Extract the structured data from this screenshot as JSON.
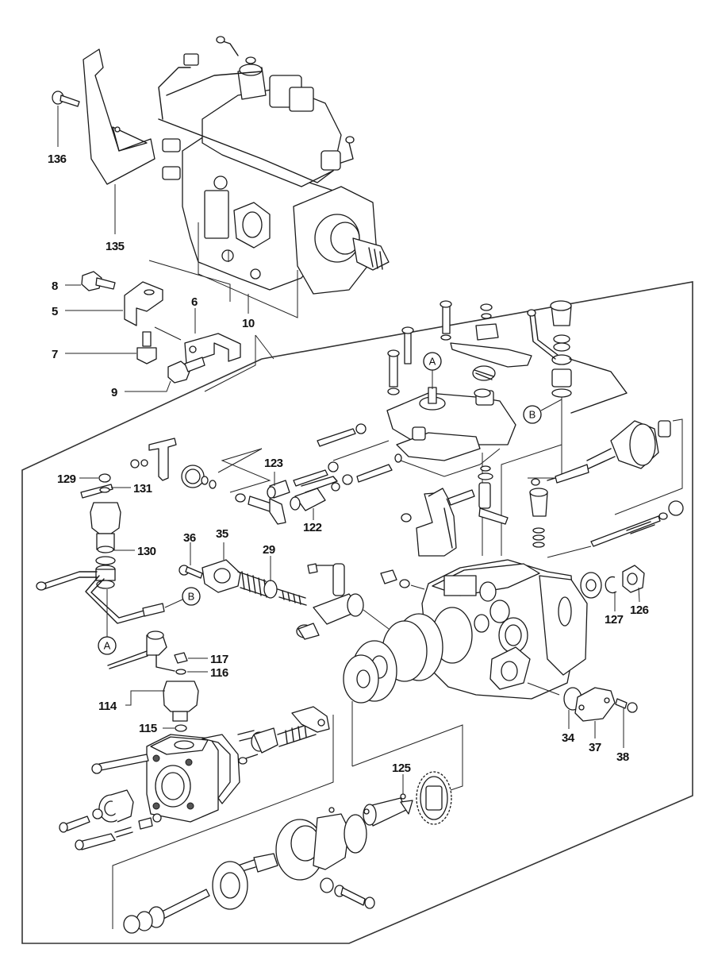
{
  "diagram": {
    "title": "Fuel injection pump exploded parts diagram",
    "part_labels": [
      {
        "id": "136",
        "text": "136"
      },
      {
        "id": "135",
        "text": "135"
      },
      {
        "id": "8",
        "text": "8"
      },
      {
        "id": "5",
        "text": "5"
      },
      {
        "id": "6",
        "text": "6"
      },
      {
        "id": "7",
        "text": "7"
      },
      {
        "id": "9",
        "text": "9"
      },
      {
        "id": "10",
        "text": "10"
      },
      {
        "id": "129",
        "text": "129"
      },
      {
        "id": "131",
        "text": "131"
      },
      {
        "id": "123",
        "text": "123"
      },
      {
        "id": "122",
        "text": "122"
      },
      {
        "id": "36",
        "text": "36"
      },
      {
        "id": "35",
        "text": "35"
      },
      {
        "id": "29",
        "text": "29"
      },
      {
        "id": "130",
        "text": "130"
      },
      {
        "id": "117",
        "text": "117"
      },
      {
        "id": "116",
        "text": "116"
      },
      {
        "id": "114",
        "text": "114"
      },
      {
        "id": "115",
        "text": "115"
      },
      {
        "id": "127",
        "text": "127"
      },
      {
        "id": "126",
        "text": "126"
      },
      {
        "id": "34",
        "text": "34"
      },
      {
        "id": "37",
        "text": "37"
      },
      {
        "id": "38",
        "text": "38"
      },
      {
        "id": "125",
        "text": "125"
      }
    ],
    "reference_markers": [
      {
        "id": "A-top",
        "text": "A"
      },
      {
        "id": "B-top",
        "text": "B"
      },
      {
        "id": "B-left",
        "text": "B"
      },
      {
        "id": "A-left",
        "text": "A"
      }
    ],
    "colors": {
      "line": "#1a1a1a",
      "background": "#ffffff"
    }
  }
}
